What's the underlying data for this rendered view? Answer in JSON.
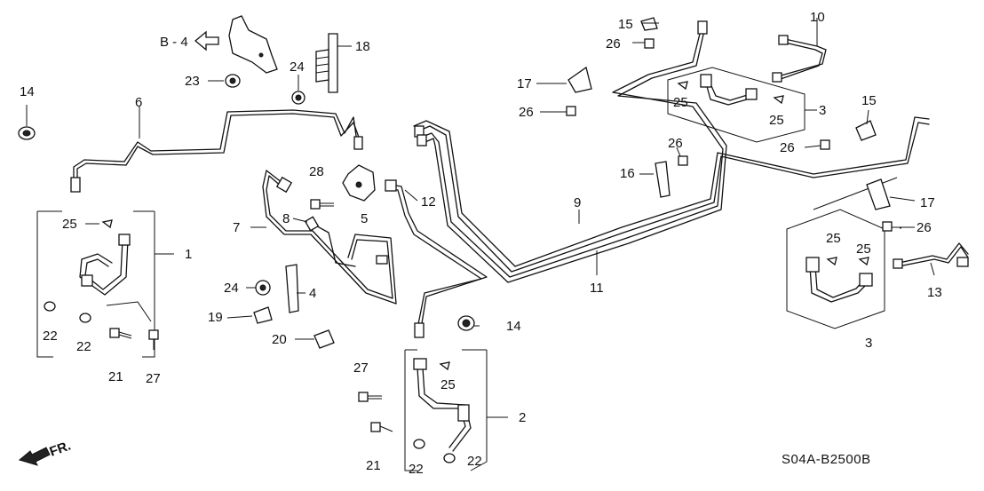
{
  "diagram": {
    "ref_arrow_label": "B - 4",
    "front_marker": "FR.",
    "diagram_code": "S04A-B2500B",
    "callouts": [
      {
        "id": "c1",
        "text": "1"
      },
      {
        "id": "c2",
        "text": "2"
      },
      {
        "id": "c3a",
        "text": "3"
      },
      {
        "id": "c3b",
        "text": "3"
      },
      {
        "id": "c4",
        "text": "4"
      },
      {
        "id": "c5",
        "text": "5"
      },
      {
        "id": "c6",
        "text": "6"
      },
      {
        "id": "c7",
        "text": "7"
      },
      {
        "id": "c8",
        "text": "8"
      },
      {
        "id": "c9",
        "text": "9"
      },
      {
        "id": "c10",
        "text": "10"
      },
      {
        "id": "c11",
        "text": "11"
      },
      {
        "id": "c12",
        "text": "12"
      },
      {
        "id": "c13",
        "text": "13"
      },
      {
        "id": "c14a",
        "text": "14"
      },
      {
        "id": "c14b",
        "text": "14"
      },
      {
        "id": "c15a",
        "text": "15"
      },
      {
        "id": "c15b",
        "text": "15"
      },
      {
        "id": "c16",
        "text": "16"
      },
      {
        "id": "c17a",
        "text": "17"
      },
      {
        "id": "c17b",
        "text": "17"
      },
      {
        "id": "c18",
        "text": "18"
      },
      {
        "id": "c19",
        "text": "19"
      },
      {
        "id": "c20",
        "text": "20"
      },
      {
        "id": "c21a",
        "text": "21"
      },
      {
        "id": "c21b",
        "text": "21"
      },
      {
        "id": "c22a",
        "text": "22"
      },
      {
        "id": "c22b",
        "text": "22"
      },
      {
        "id": "c22c",
        "text": "22"
      },
      {
        "id": "c22d",
        "text": "22"
      },
      {
        "id": "c23",
        "text": "23"
      },
      {
        "id": "c24a",
        "text": "24"
      },
      {
        "id": "c24b",
        "text": "24"
      },
      {
        "id": "c25a",
        "text": "25"
      },
      {
        "id": "c25b",
        "text": "25"
      },
      {
        "id": "c25c",
        "text": "25"
      },
      {
        "id": "c25d",
        "text": "25"
      },
      {
        "id": "c25e",
        "text": "25"
      },
      {
        "id": "c25f",
        "text": "25"
      },
      {
        "id": "c26a",
        "text": "26"
      },
      {
        "id": "c26b",
        "text": "26"
      },
      {
        "id": "c26c",
        "text": "26"
      },
      {
        "id": "c26d",
        "text": "26"
      },
      {
        "id": "c26e",
        "text": "26"
      },
      {
        "id": "c27a",
        "text": "27"
      },
      {
        "id": "c27b",
        "text": "27"
      },
      {
        "id": "c28",
        "text": "28"
      }
    ]
  }
}
